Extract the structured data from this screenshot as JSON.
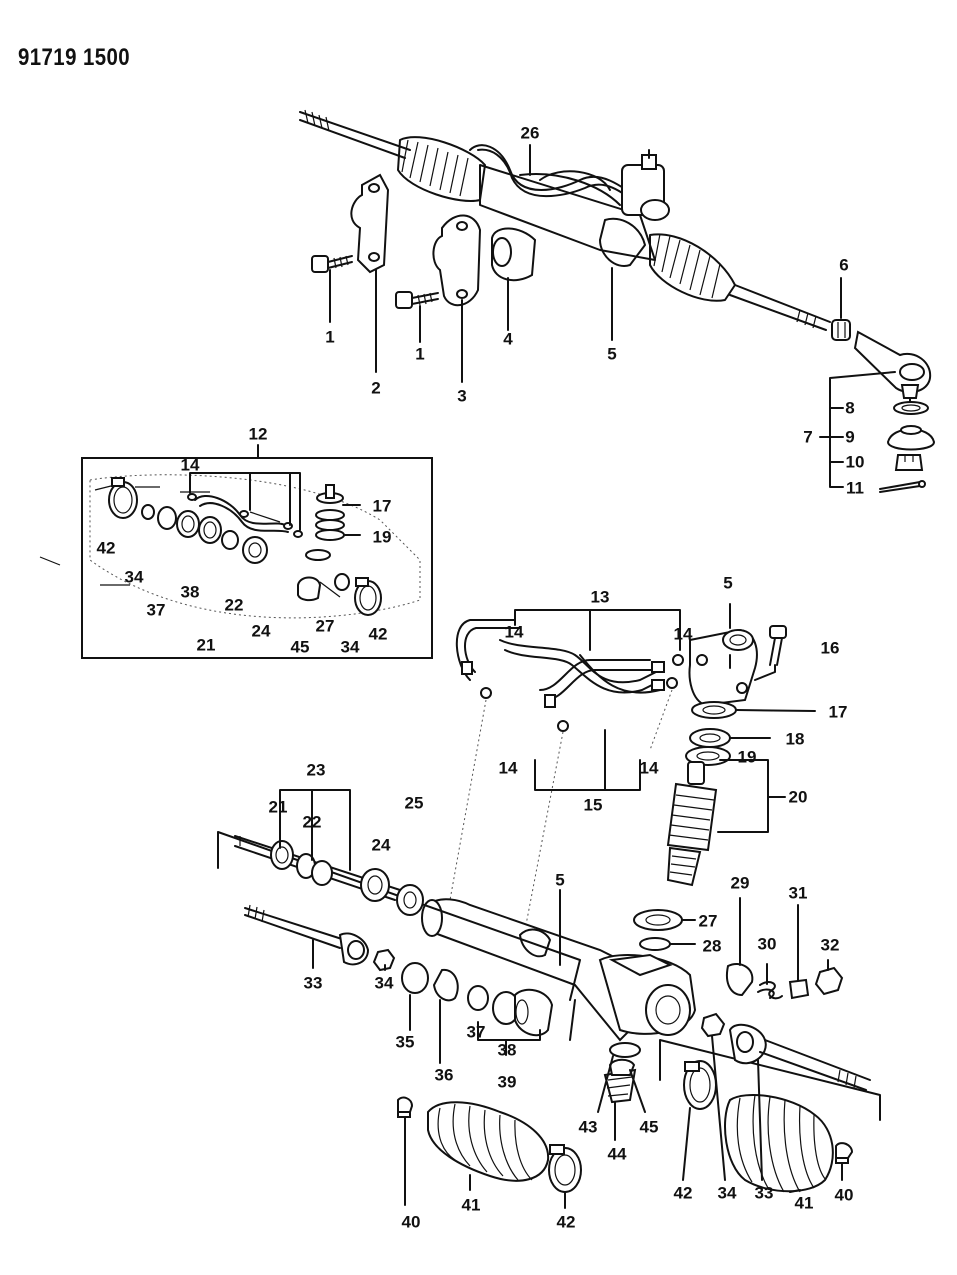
{
  "header": {
    "drawing_number": "91719 1500"
  },
  "callouts": [
    "1",
    "2",
    "3",
    "4",
    "5",
    "6",
    "7",
    "8",
    "9",
    "10",
    "11",
    "12",
    "13",
    "14",
    "15",
    "16",
    "17",
    "18",
    "19",
    "20",
    "21",
    "22",
    "23",
    "24",
    "25",
    "26",
    "27",
    "28",
    "29",
    "30",
    "31",
    "32",
    "33",
    "34",
    "35",
    "36",
    "37",
    "38",
    "39",
    "40",
    "41",
    "42",
    "43",
    "44",
    "45"
  ]
}
